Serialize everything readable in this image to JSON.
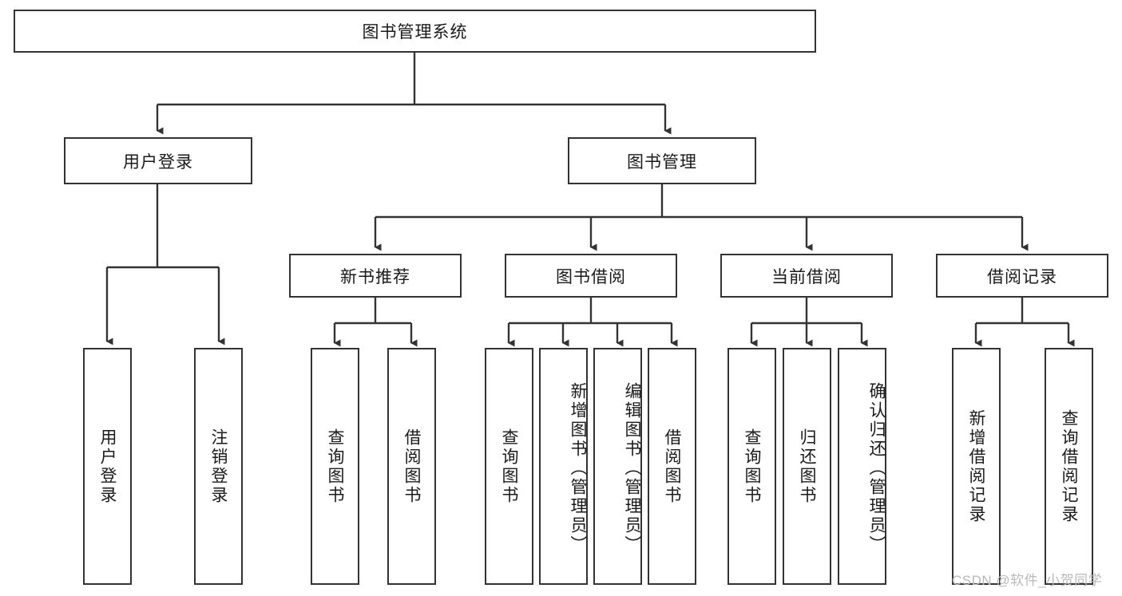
{
  "diagram": {
    "title": "图书管理系统",
    "type": "tree-hierarchy-chart",
    "watermark": "CSDN @软件_小贺同学",
    "colors": {
      "stroke": "#333333",
      "fill": "#ffffff",
      "text": "#1a1a1a",
      "watermark": "#b9b9b9"
    },
    "root": {
      "label": "图书管理系统"
    },
    "level2": [
      {
        "label": "用户登录"
      },
      {
        "label": "图书管理"
      }
    ],
    "level3": [
      {
        "label": "新书推荐"
      },
      {
        "label": "图书借阅"
      },
      {
        "label": "当前借阅"
      },
      {
        "label": "借阅记录"
      }
    ],
    "leaves": {
      "user_login": [
        {
          "label": "用户登录"
        },
        {
          "label": "注销登录"
        }
      ],
      "new_book": [
        {
          "label": "查询图书"
        },
        {
          "label": "借阅图书"
        }
      ],
      "book_borrow": [
        {
          "label": "查询图书"
        },
        {
          "label": "新增图书（管理员）"
        },
        {
          "label": "编辑图书（管理员）"
        },
        {
          "label": "借阅图书"
        }
      ],
      "current_borrow": [
        {
          "label": "查询图书"
        },
        {
          "label": "归还图书"
        },
        {
          "label": "确认归还（管理员）"
        }
      ],
      "borrow_record": [
        {
          "label": "新增借阅记录"
        },
        {
          "label": "查询借阅记录"
        }
      ]
    }
  }
}
